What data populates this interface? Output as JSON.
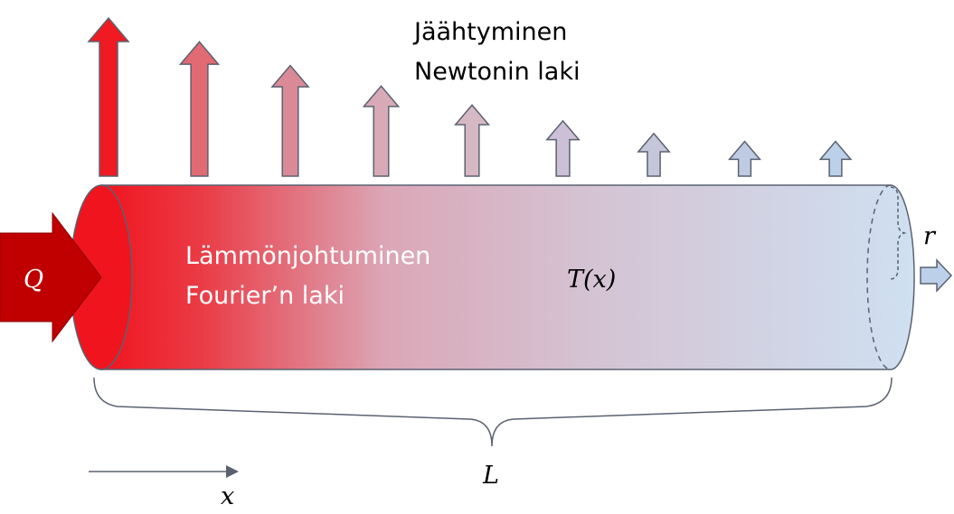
{
  "labels": {
    "cooling_title": "Jäähtyminen",
    "cooling_law": "Newtonin laki",
    "conduction_title": "Lämmönjohtuminen",
    "conduction_law": "Fourier’n laki",
    "heat_input": "Q",
    "temperature": "T(x)",
    "radius": "r",
    "length": "L",
    "axis": "x"
  },
  "colors": {
    "hot": "#f0141e",
    "mid": "#d8b6c4",
    "cold": "#cfe0f1",
    "input_arrow": "#c00000",
    "outline": "#5a6270",
    "text_light": "#ffffff",
    "text_dark": "#000000"
  },
  "cooling_arrows": [
    {
      "color": "#f01a22",
      "size": 1.0
    },
    {
      "color": "#e26a72",
      "size": 0.85
    },
    {
      "color": "#da8a96",
      "size": 0.7
    },
    {
      "color": "#d8a9b6",
      "size": 0.57
    },
    {
      "color": "#d6b8c4",
      "size": 0.45
    },
    {
      "color": "#ccc0d6",
      "size": 0.35
    },
    {
      "color": "#c6c6da",
      "size": 0.27
    },
    {
      "color": "#bfcbe2",
      "size": 0.22
    },
    {
      "color": "#bcd0ea",
      "size": 0.22
    }
  ]
}
